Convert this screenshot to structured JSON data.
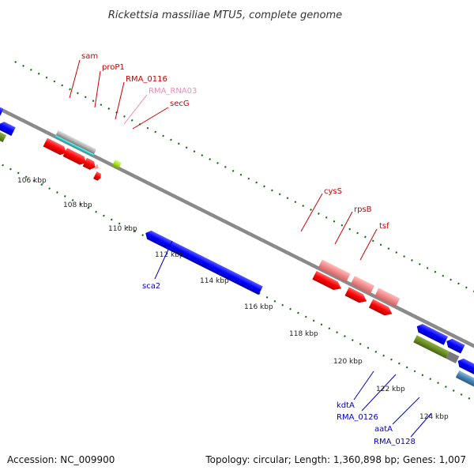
{
  "title": "Rickettsia massiliae MTU5, complete genome",
  "footer": {
    "accession": "Accession: NC_009900",
    "info": "Topology: circular; Length: 1,360,898 bp; Genes: 1,007"
  },
  "ticks": [
    "106 kbp",
    "108 kbp",
    "110 kbp",
    "112 kbp",
    "114 kbp",
    "116 kbp",
    "118 kbp",
    "120 kbp",
    "122 kbp",
    "124 kbp"
  ],
  "gene_labels": {
    "sam": "sam",
    "proP1": "proP1",
    "rma_0116": "RMA_0116",
    "rma_rna03": "RMA_RNA03",
    "secG": "secG",
    "cysS": "cysS",
    "rpsB": "rpsB",
    "tsf": "tsf",
    "sca2": "sca2",
    "kdtA": "kdtA",
    "rma_0126": "RMA_0126",
    "aatA": "aatA",
    "rma_0128": "RMA_0128"
  },
  "colors": {
    "forward_label": "#cc0000",
    "reverse_label": "#0000cc",
    "rna_label": "#f08cb8",
    "forward_gene": "#ff0000",
    "reverse_gene": "#0000ff",
    "rna_gene": "#ff9999",
    "tick_dot": "#1a6b1a",
    "backbone": "#888888"
  }
}
